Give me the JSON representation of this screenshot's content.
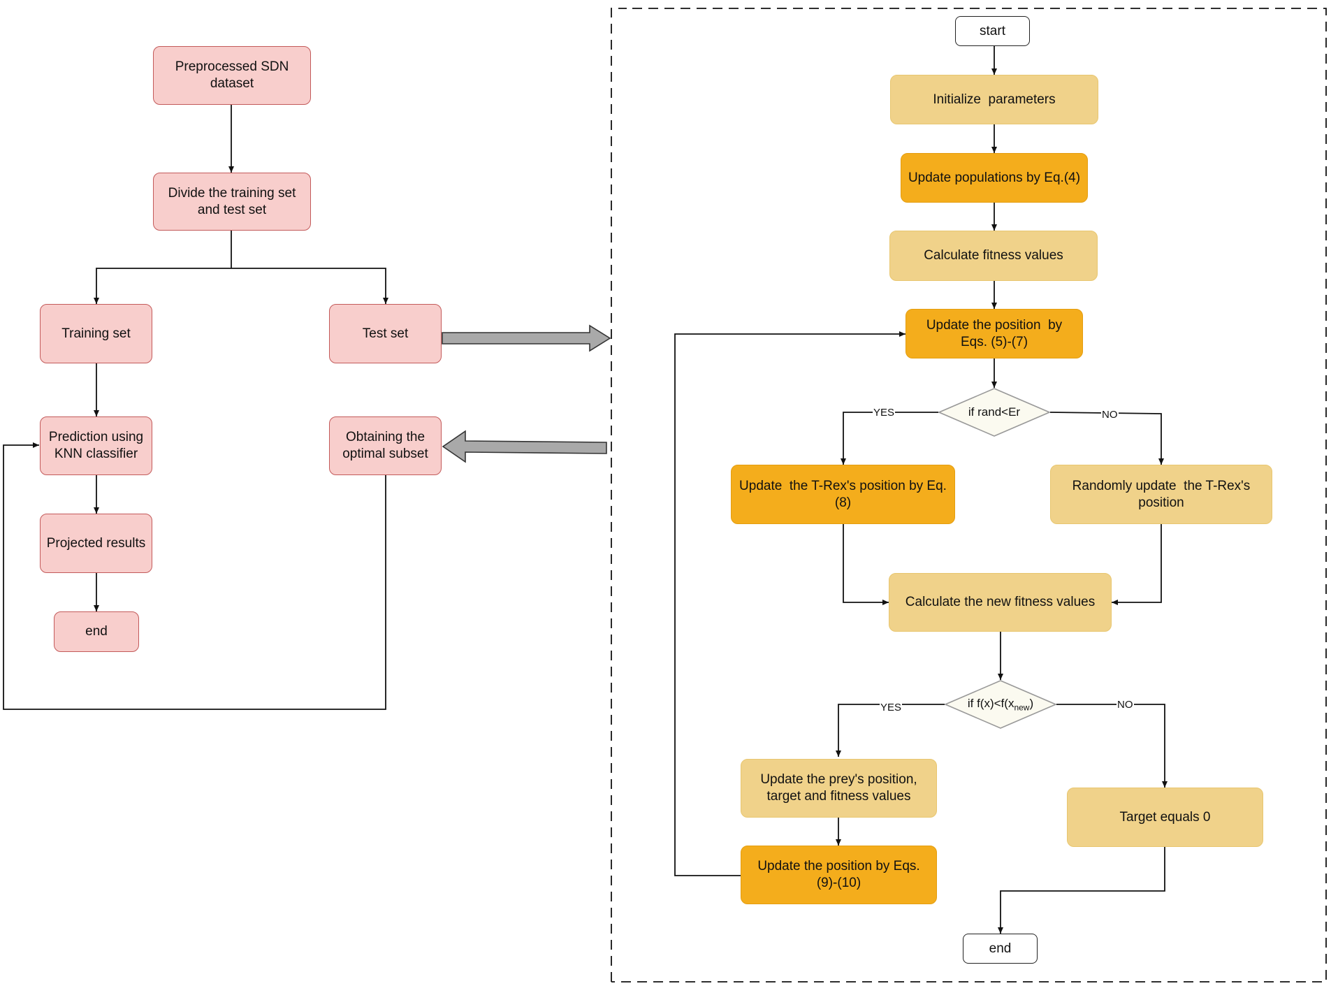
{
  "left_flow": {
    "preprocessed": "Preprocessed SDN dataset",
    "divide": "Divide the training set and test set",
    "training_set": "Training set",
    "test_set": "Test set",
    "prediction": "Prediction using KNN classifier",
    "obtaining": "Obtaining the optimal subset",
    "projected": "Projected results",
    "end": "end"
  },
  "right_flow": {
    "start": "start",
    "init": "Initialize  parameters",
    "update_pop": "Update populations by Eq.(4)",
    "calc_fitness": "Calculate fitness values",
    "update_position": "Update the position  by Eqs. (5)-(7)",
    "decision1": "if rand<Er",
    "yes1": "YES",
    "no1": "NO",
    "update_trex": "Update  the T-Rex's position by Eq. (8)",
    "random_update": "Randomly update  the T-Rex's position",
    "calc_new_fitness": "Calculate the new fitness values",
    "decision2_main": "if f(x)<f(x",
    "decision2_sub": "new",
    "decision2_end": ")",
    "yes2": "YES",
    "no2": "NO",
    "update_prey": "Update the prey's position, target and fitness values",
    "update_pos_9": "Update the position by Eqs. (9)-(10)",
    "target": "Target equals 0",
    "end": "end"
  },
  "colors": {
    "pink_fill": "#f8cecc",
    "pink_border": "#c35a5a",
    "light_orange": "#f0d28a",
    "dark_orange": "#f4ad1c",
    "decision_fill": "#fbfaf0"
  }
}
